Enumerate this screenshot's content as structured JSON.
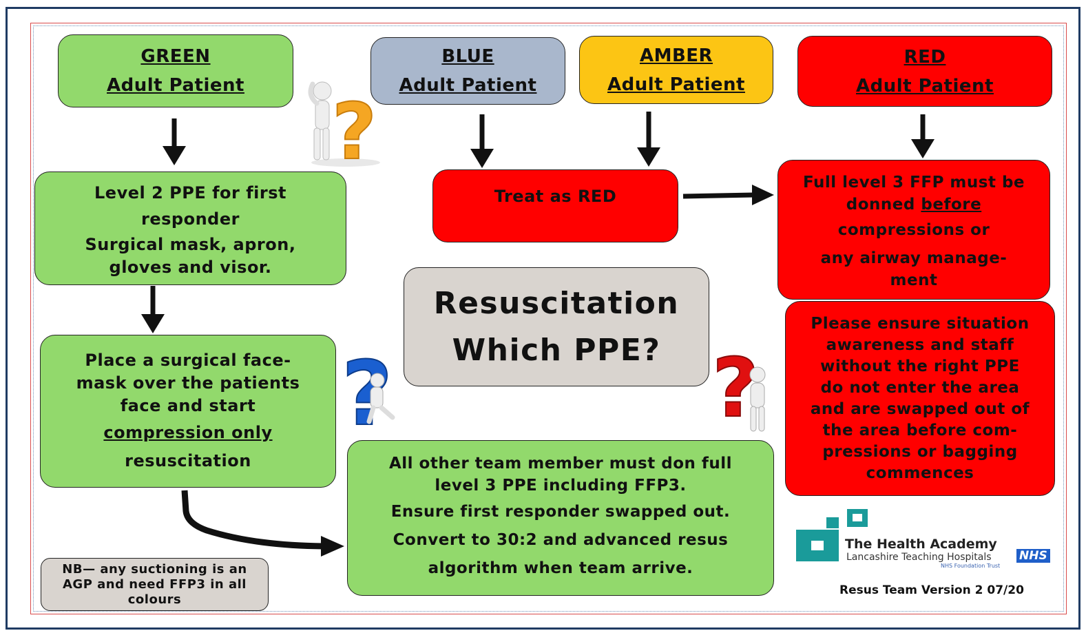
{
  "headers": {
    "green": {
      "title": "GREEN",
      "sub": "Adult Patient"
    },
    "blue": {
      "title": "BLUE",
      "sub": "Adult Patient"
    },
    "amber": {
      "title": "AMBER",
      "sub": "Adult Patient"
    },
    "red": {
      "title": "RED",
      "sub": "Adult Patient"
    }
  },
  "green_level2": {
    "line1": "Level 2 PPE for first",
    "line2": "responder",
    "line3": "Surgical mask, apron,",
    "line4": "gloves and visor."
  },
  "green_facemask": {
    "line1": "Place a surgical face-",
    "line2": "mask over the  patients",
    "line3": "face and start",
    "line4": "compression only",
    "line5": "resuscitation"
  },
  "treat_red": "Treat as RED",
  "red_full": {
    "line1": "Full level 3 FFP must be",
    "line2a": "donned ",
    "line2b": "before",
    "line3": "compressions or",
    "line4": "any airway manage-",
    "line5": "ment"
  },
  "center_title": {
    "line1": "Resuscitation",
    "line2": "Which PPE?"
  },
  "red_situation": {
    "line1": "Please ensure situation",
    "line2": "awareness and staff",
    "line3": "without the right PPE",
    "line4": "do not enter the area",
    "line5": "and are swapped out of",
    "line6": "the area before com-",
    "line7": "pressions or bagging",
    "line8": "commences"
  },
  "team_box": {
    "line1": "All other team member must don full",
    "line2": "level 3 PPE including FFP3.",
    "line3": "Ensure first responder swapped out.",
    "line4": "Convert to 30:2 and advanced resus",
    "line5": "algorithm when team arrive."
  },
  "nb": {
    "line1": "NB— any suctioning is an",
    "line2": "AGP and need FFP3 in all",
    "line3": "colours"
  },
  "logo": {
    "name": "The Health Academy",
    "org": "Lancashire Teaching Hospitals",
    "badge": "NHS",
    "trust": "NHS Foundation Trust"
  },
  "version": "Resus Team Version 2  07/20",
  "colors": {
    "green": "#92d96c",
    "blue": "#a9b7cc",
    "amber": "#fcc514",
    "red": "#ff0000",
    "grey": "#d9d4cf",
    "logo_teal": "#1a9b9a",
    "nhs_blue": "#1f5fc9"
  },
  "icons": [
    "question-figure-orange-icon",
    "question-figure-blue-icon",
    "question-figure-red-icon",
    "health-academy-logo-icon"
  ]
}
